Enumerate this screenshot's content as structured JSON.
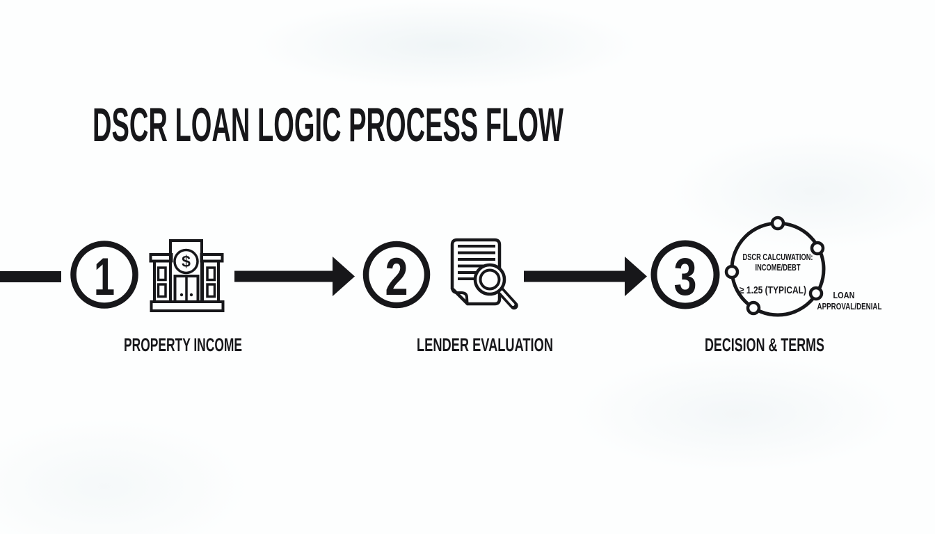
{
  "title": "DSCR LOAN LOGIC PROCESS FLOW",
  "colors": {
    "ink": "#17171a",
    "background": "#fdfefe"
  },
  "steps": [
    {
      "number": "1",
      "label": "PROPERTY INCOME",
      "icon": "bank-building-dollar-icon"
    },
    {
      "number": "2",
      "label": "LENDER EVALUATION",
      "icon": "document-magnifier-icon"
    },
    {
      "number": "3",
      "label": "DECISION & TERMS",
      "icon": "decision-cycle-icon"
    }
  ],
  "decision_cycle": {
    "calc_line1": "DSCR CALCUWATION:",
    "calc_line2": "INCOME/DEBT",
    "threshold": "≥ 1.25 (TYPICAL)",
    "outcome_line1": "LOAN",
    "outcome_line2": "APPROVAL/DENIAL"
  },
  "bank_icon": {
    "dollar_symbol": "$"
  }
}
